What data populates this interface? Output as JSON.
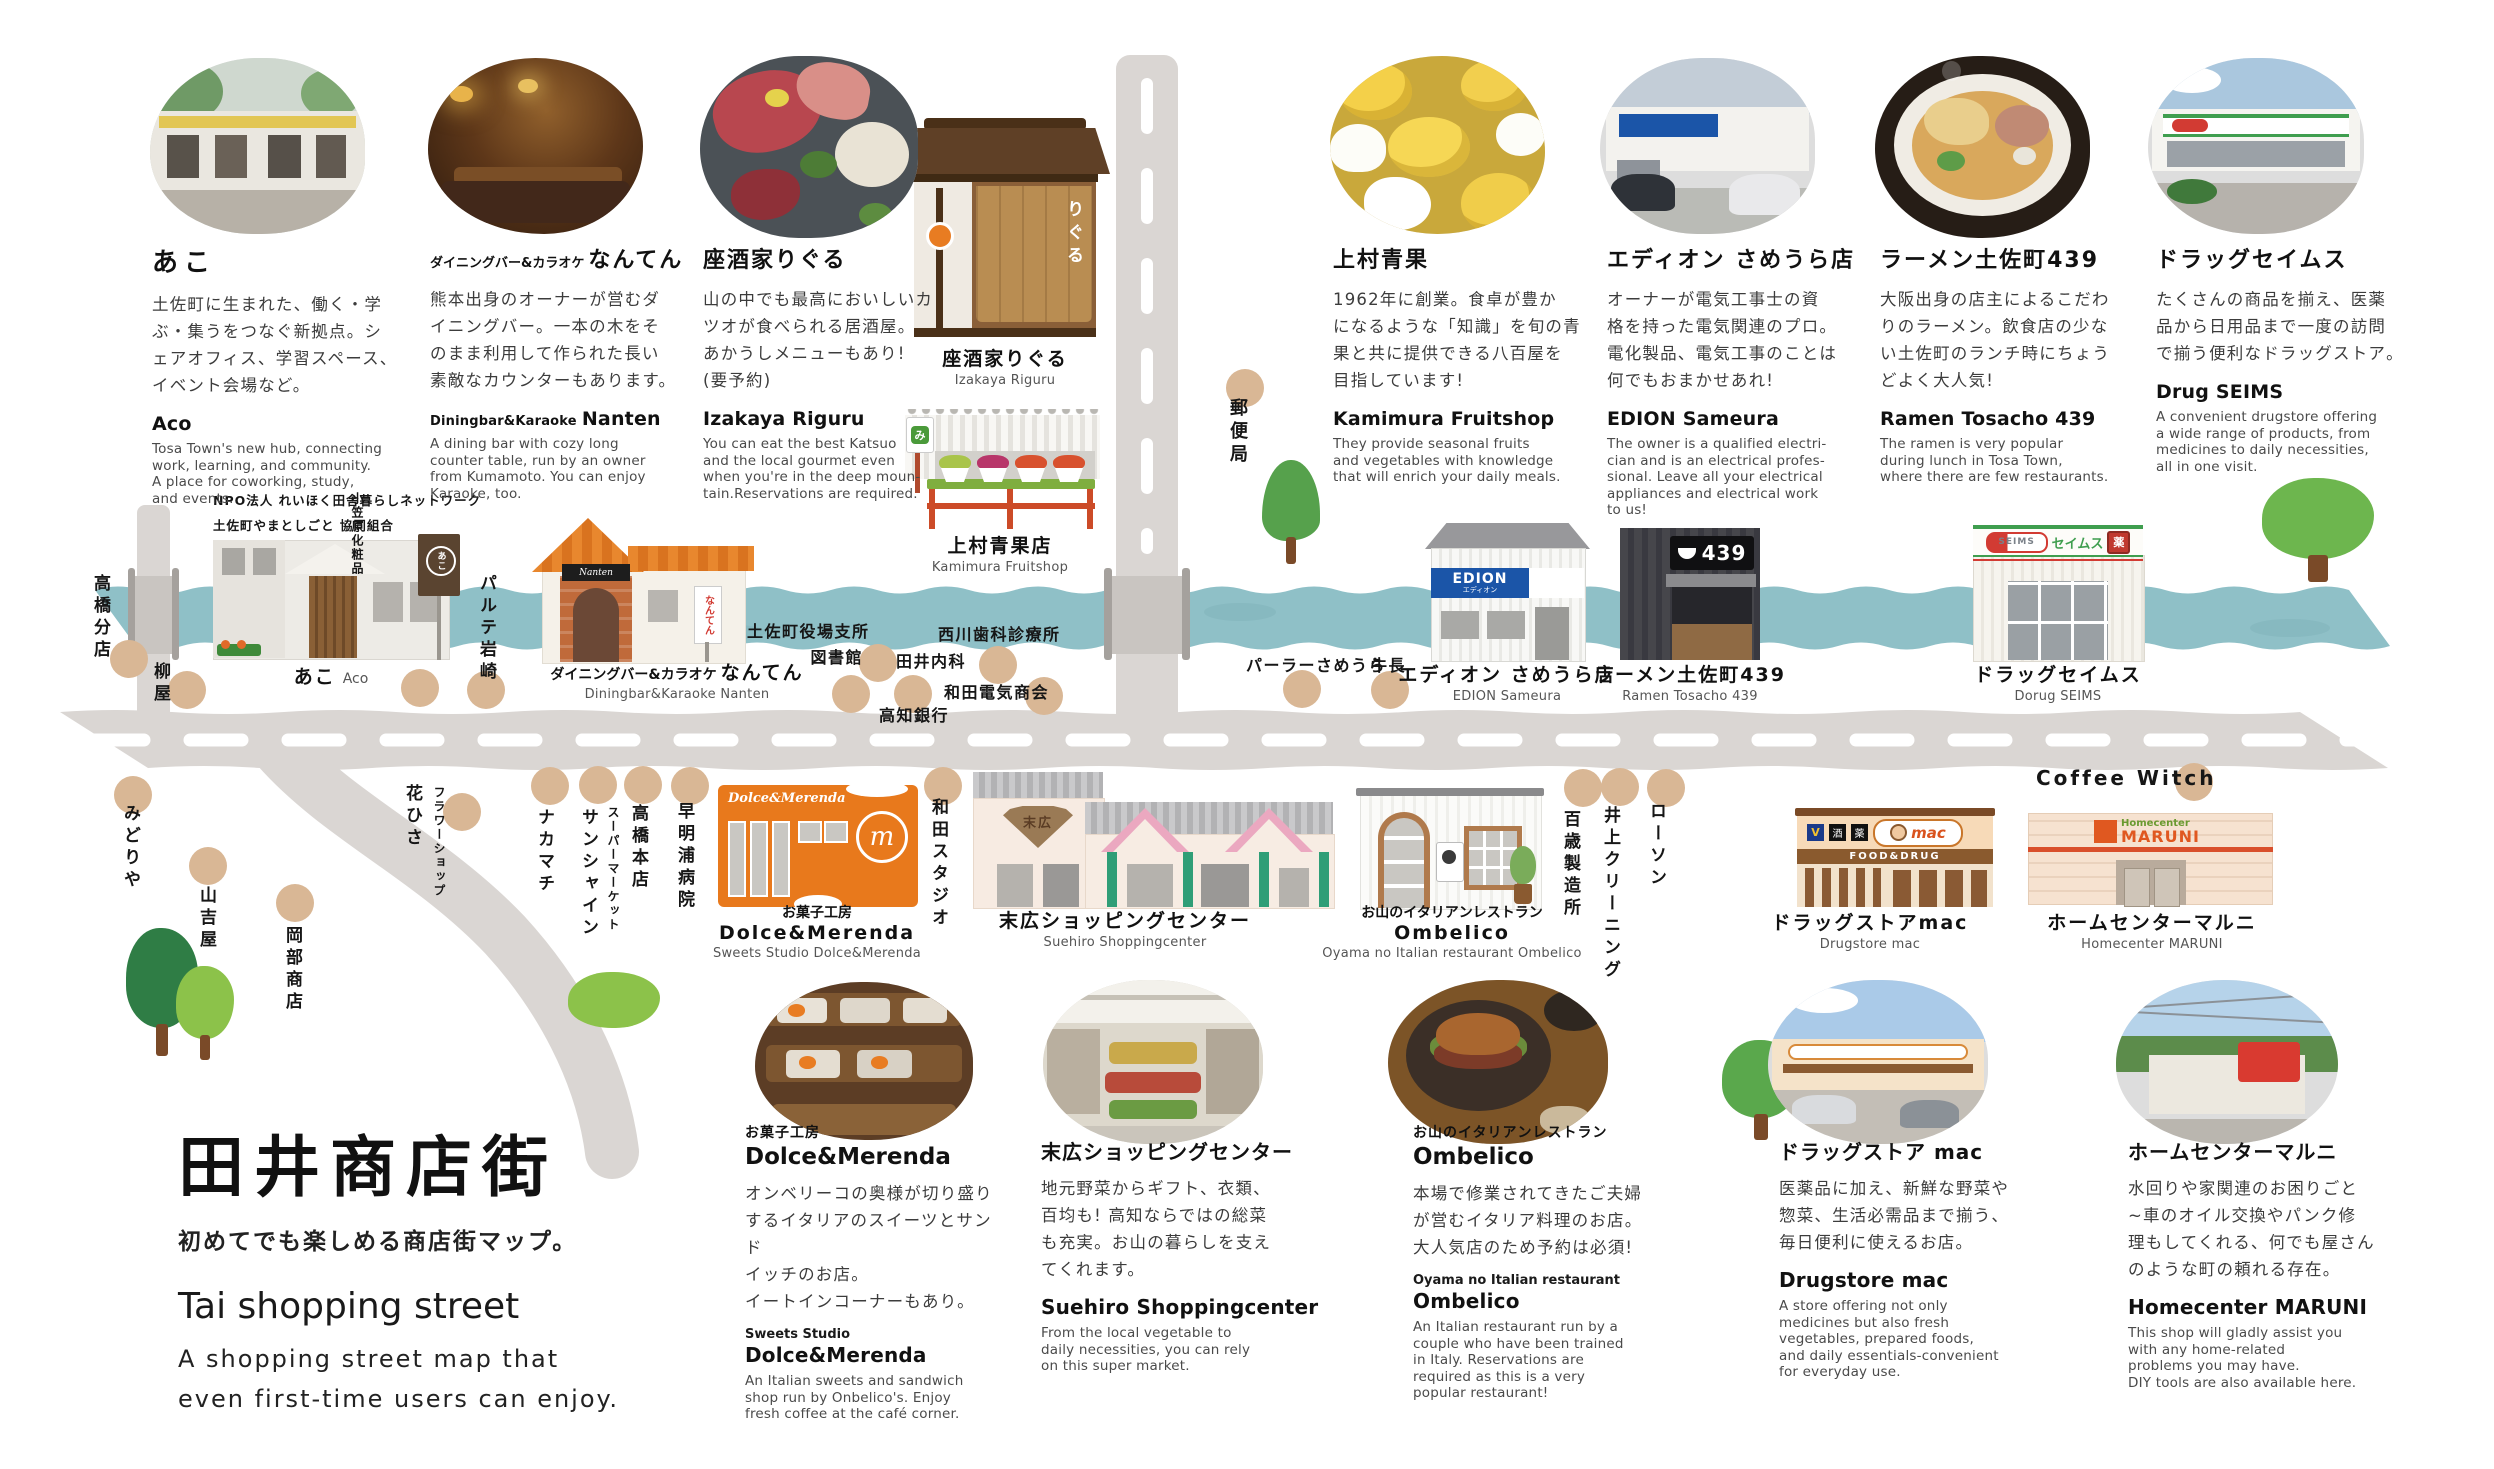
{
  "colors": {
    "river": "#8fc0c7",
    "road": "#dad6d3",
    "map_marker": "#d9b795",
    "accent_orange": "#e8791c",
    "edion_blue": "#1b55a8",
    "seims_green": "#3f9e4f",
    "suehiro_pink": "#eba8c0",
    "maruni_orange": "#e05820"
  },
  "title_block": {
    "jp_title": "田井商店街",
    "jp_subtitle": "初めてでも楽しめる商店街マップ。",
    "en_title": "Tai shopping street",
    "en_subtitle": "A shopping street map that\neven first-time users can enjoy."
  },
  "top_cards": [
    {
      "id": "aco",
      "jp_title": "あこ",
      "jp_text": "土佐町に生まれた、働く・学\nぶ・集うをつなぐ新拠点。シ\nェアオフィス、学習スペース、\nイベント会場など。",
      "en_title": "Aco",
      "en_text": "Tosa Town's new hub, connecting\nwork, learning, and community.\nA place for coworking, study,\nand events."
    },
    {
      "id": "nanten",
      "jp_prefix": "ダイニングバー&カラオケ",
      "jp_title": "なんてん",
      "jp_text": "熊本出身のオーナーが営むダ\nイニングバー。一本の木をそ\nのまま利用して作られた長い\n素敵なカウンターもあります。",
      "en_prefix": "Diningbar&Karaoke",
      "en_title": "Nanten",
      "en_text": "A dining bar with cozy long\ncounter table, run by an owner\nfrom Kumamoto. You can enjoy\nKaraoke, too."
    },
    {
      "id": "riguru",
      "jp_title": "座酒家りぐる",
      "jp_text": "山の中でも最高においしいカ\nツオが食べられる居酒屋。\nあかうしメニューもあり!\n(要予約)",
      "en_title": "Izakaya Riguru",
      "en_text": "You can eat the best Katsuo\nand the local gourmet even\nwhen you're in the deep moun-\ntain.Reservations are required."
    },
    {
      "id": "kamimura",
      "jp_title": "上村青果",
      "jp_text": "1962年に創業。食卓が豊か\nになるような「知識」を旬の青\n果と共に提供できる八百屋を\n目指しています!",
      "en_title": "Kamimura Fruitshop",
      "en_text": "They provide seasonal fruits\nand vegetables with knowledge\nthat will enrich your daily meals."
    },
    {
      "id": "edion",
      "jp_title": "エディオン さめうら店",
      "jp_text": "オーナーが電気工事士の資\n格を持った電気関連のプロ。\n電化製品、電気工事のことは\n何でもおまかせあれ!",
      "en_title": "EDION Sameura",
      "en_text": "The owner is a qualified electri-\ncian and is an electrical profes-\nsional. Leave all your electrical\nappliances and electrical work\nto us!"
    },
    {
      "id": "ramen",
      "jp_title": "ラーメン土佐町439",
      "jp_text": "大阪出身の店主によるこだわ\nりのラーメン。飲食店の少な\nい土佐町のランチ時にちょう\nどよく大人気!",
      "en_title": "Ramen Tosacho 439",
      "en_text": "The ramen is very popular\nduring lunch in Tosa Town,\nwhere there are few restaurants."
    },
    {
      "id": "seims",
      "jp_title": "ドラッグセイムス",
      "jp_text": "たくさんの商品を揃え、医薬\n品から日用品まで一度の訪問\nで揃う便利なドラッグストア。",
      "en_title": "Drug SEIMS",
      "en_text": "A convenient drugstore offering\na wide range of products, from\nmedicines to daily necessities,\nall in one visit."
    }
  ],
  "bottom_cards": [
    {
      "id": "dolce",
      "jp_prefix": "お菓子工房",
      "jp_title": "Dolce&Merenda",
      "jp_text": "オンベリーコの奥様が切り盛り\nするイタリアのスイーツとサンド\nイッチのお店。\nイートインコーナーもあり。",
      "en_prefix": "Sweets Studio",
      "en_title": "Dolce&Merenda",
      "en_text": "An Italian sweets and sandwich\nshop run by Onbelico's. Enjoy\nfresh coffee at the café corner."
    },
    {
      "id": "suehiro",
      "jp_title": "末広ショッピングセンター",
      "jp_text": "地元野菜からギフト、衣類、\n百均も! 高知ならではの総菜\nも充実。お山の暮らしを支え\nてくれます。",
      "en_title": "Suehiro Shoppingcenter",
      "en_text": "From the local vegetable to\ndaily necessities, you can rely\non this super market."
    },
    {
      "id": "ombelico",
      "jp_prefix": "お山のイタリアンレストラン",
      "jp_title": "Ombelico",
      "jp_text": "本場で修業されてきたご夫婦\nが営むイタリア料理のお店。\n大人気店のため予約は必須!",
      "en_prefix": "Oyama no Italian restaurant",
      "en_title": "Ombelico",
      "en_text": "An Italian restaurant run by a\ncouple who have been trained\nin Italy. Reservations are\nrequired as this is a very\npopular restaurant!"
    },
    {
      "id": "macstore",
      "jp_title": "ドラッグストア mac",
      "jp_text": "医薬品に加え、新鮮な野菜や\n惣菜、生活必需品まで揃う、\n毎日便利に使えるお店。",
      "en_title": "Drugstore mac",
      "en_text": "A store offering not only\nmedicines but also fresh\nvegetables, prepared foods,\nand daily essentials-convenient\nfor everyday use."
    },
    {
      "id": "maruni",
      "jp_title": "ホームセンターマルニ",
      "jp_text": "水回りや家関連のお困りごと\n~車のオイル交換やパンク修\n理もしてくれる、何でも屋さん\nのような町の頼れる存在。",
      "en_title": "Homecenter MARUNI",
      "en_text": "This shop will gladly assist you\nwith any home-related\nproblems you may have.\nDIY tools are also available here."
    }
  ],
  "map": {
    "npo_line1": "NPO法人 れいほく田舎暮らしネットワーク",
    "npo_line2": "土佐町やまとしごと 協同組合",
    "poi": {
      "takahashi_bunten": "高橋分店",
      "yanagiya": "柳屋",
      "ogasawara": "小笠原化粧品",
      "parte_iwasaki": "パルテ岩崎",
      "midoriya": "みどりや",
      "yamayoshiya": "山吉屋",
      "okabe_shoten": "岡部商店",
      "hanahisa": "花ひさ",
      "flower_shop": "フラワーショップ",
      "nakamachi": "ナカマチ",
      "sunshine": "サンシャイン",
      "supermarket": "スーパーマーケット",
      "takahashi_honten": "高橋本店",
      "sameura_hospital": "早明浦病院",
      "wada_studio": "和田スタジオ",
      "post_office": "郵便局",
      "hyakusai": "百歳製造所",
      "inoue_cleaning": "井上クリーニング",
      "lawson": "ローソン",
      "yakuba_line1": "土佐町役場支所",
      "yakuba_line2": "図書館",
      "tai_naika": "田井内科",
      "nishikawa_dental": "西川歯科診療所",
      "wada_denki": "和田電気商会",
      "kochi_bank": "高知銀行",
      "parlor_sameura": "パーラーさめうら",
      "gyucho": "牛長",
      "coffee_witch": "Coffee Witch"
    },
    "building_labels": {
      "aco": {
        "jp": "あこ",
        "en": "Aco"
      },
      "nanten": {
        "jp_small": "ダイニングバー&カラオケ",
        "jp": "なんてん",
        "en": "Diningbar&Karaoke Nanten"
      },
      "izakaya": {
        "jp": "座酒家りぐる",
        "en": "Izakaya Riguru"
      },
      "fruitshop": {
        "jp": "上村青果店",
        "en": "Kamimura Fruitshop"
      },
      "edion": {
        "jp": "エディオン さめうら店",
        "en": "EDION Sameura"
      },
      "ramen": {
        "jp": "ラーメン土佐町439",
        "en": "Ramen Tosacho 439"
      },
      "seims": {
        "jp": "ドラッグセイムス",
        "en": "Dorug SEIMS"
      },
      "dolce": {
        "jp_small": "お菓子工房",
        "jp": "Dolce&Merenda",
        "en": "Sweets Studio Dolce&Merenda"
      },
      "suehiro": {
        "jp": "末広ショッピングセンター",
        "en": "Suehiro Shoppingcenter"
      },
      "ombelico": {
        "jp_small": "お山のイタリアンレストラン",
        "jp": "Ombelico",
        "en": "Oyama no Italian restaurant Ombelico"
      },
      "mac": {
        "jp": "ドラッグストアmac",
        "en": "Drugstore mac"
      },
      "maruni": {
        "jp": "ホームセンターマルニ",
        "en": "Homecenter MARUNI"
      }
    },
    "signs": {
      "edion_main": "EDION",
      "edion_sub": "エディオン",
      "ramen_439": "439",
      "seims_en": "SEIMS",
      "seims_jp": "セイムス",
      "seims_yaku": "薬",
      "suehiro_fan": "末広",
      "dolce_script": "Dolce&Merenda",
      "dolce_logo": "m",
      "mac_v": "V",
      "mac_sake": "酒",
      "mac_yaku": "薬",
      "mac_logo": "mac",
      "mac_band": "FOOD&DRUG",
      "maruni_top": "Homecenter",
      "maruni_main": "MARUNI",
      "nanten_black_sign": "Nanten",
      "nanten_board": "なんてん",
      "aco_flag": "あこ",
      "riguru_noren": "りぐる",
      "fruit_sign": "み"
    }
  }
}
